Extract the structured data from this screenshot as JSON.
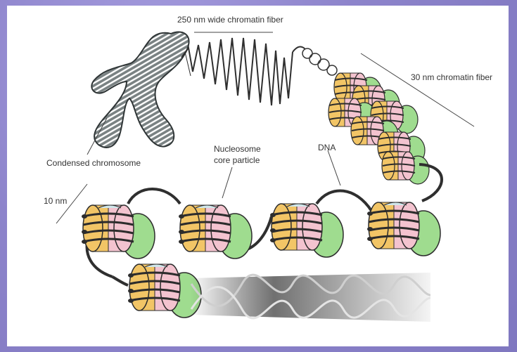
{
  "diagram": {
    "labels": {
      "fiber_250": "250 nm wide chromatin fiber",
      "fiber_30": "30 nm chromatin fiber",
      "condensed": "Condensed chromosome",
      "nucleosome_line1": "Nucleosome",
      "nucleosome_line2": "core particle",
      "dna": "DNA",
      "ten_nm": "10 nm"
    },
    "colors": {
      "background_frame": "#8f86cc",
      "panel": "#ffffff",
      "chromosome": "#6f7778",
      "histone_yellow": "#f2c566",
      "histone_pink": "#f3c3cf",
      "histone_blue": "#cfe6ea",
      "histone_green": "#9fdc8f",
      "dna_strand": "#3a3a3a"
    }
  }
}
